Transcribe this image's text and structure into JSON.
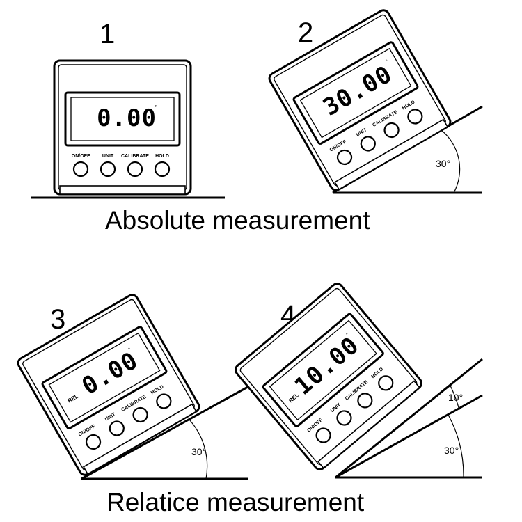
{
  "sections": [
    {
      "caption": "Absolute measurement"
    },
    {
      "caption": "Relatice measurement"
    }
  ],
  "devices": [
    {
      "number": "1",
      "reading": "0.00",
      "mode": "",
      "tilt_deg": 0
    },
    {
      "number": "2",
      "reading": "30.00",
      "mode": "",
      "tilt_deg": -30
    },
    {
      "number": "3",
      "reading": "0.00",
      "mode": "REL",
      "tilt_deg": -30
    },
    {
      "number": "4",
      "reading": "10.00",
      "mode": "REL",
      "tilt_deg": -40
    }
  ],
  "buttons": [
    "ON/OFF",
    "UNIT",
    "CALIBRATE",
    "HOLD"
  ],
  "degree_mark": "°",
  "angle_labels": {
    "a2": "30°",
    "a3": "30°",
    "a4_base": "30°",
    "a4_extra": "10°"
  }
}
